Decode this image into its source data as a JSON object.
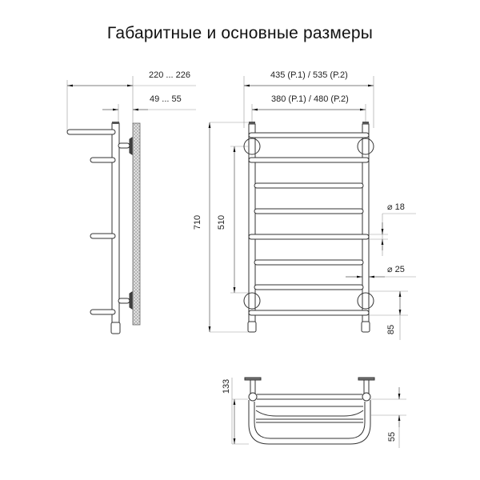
{
  "title": "Габаритные и основные размеры",
  "side_view": {
    "depth_total": "220 ... 226",
    "wall_offset": "49 ... 55"
  },
  "front_view": {
    "width_outer": "435 (P.1) / 535 (P.2)",
    "width_inner": "380 (P.1) / 480 (P.2)",
    "height_total": "710",
    "mount_spacing": "510",
    "rung_diameter": "⌀ 18",
    "rail_diameter": "⌀ 25",
    "bottom_offset": "85",
    "rung_count": 8
  },
  "top_view": {
    "depth": "133",
    "shelf_depth": "55"
  },
  "colors": {
    "line": "#333333",
    "dim_line": "#777777",
    "wall_hatch": "#cfcfcf"
  }
}
